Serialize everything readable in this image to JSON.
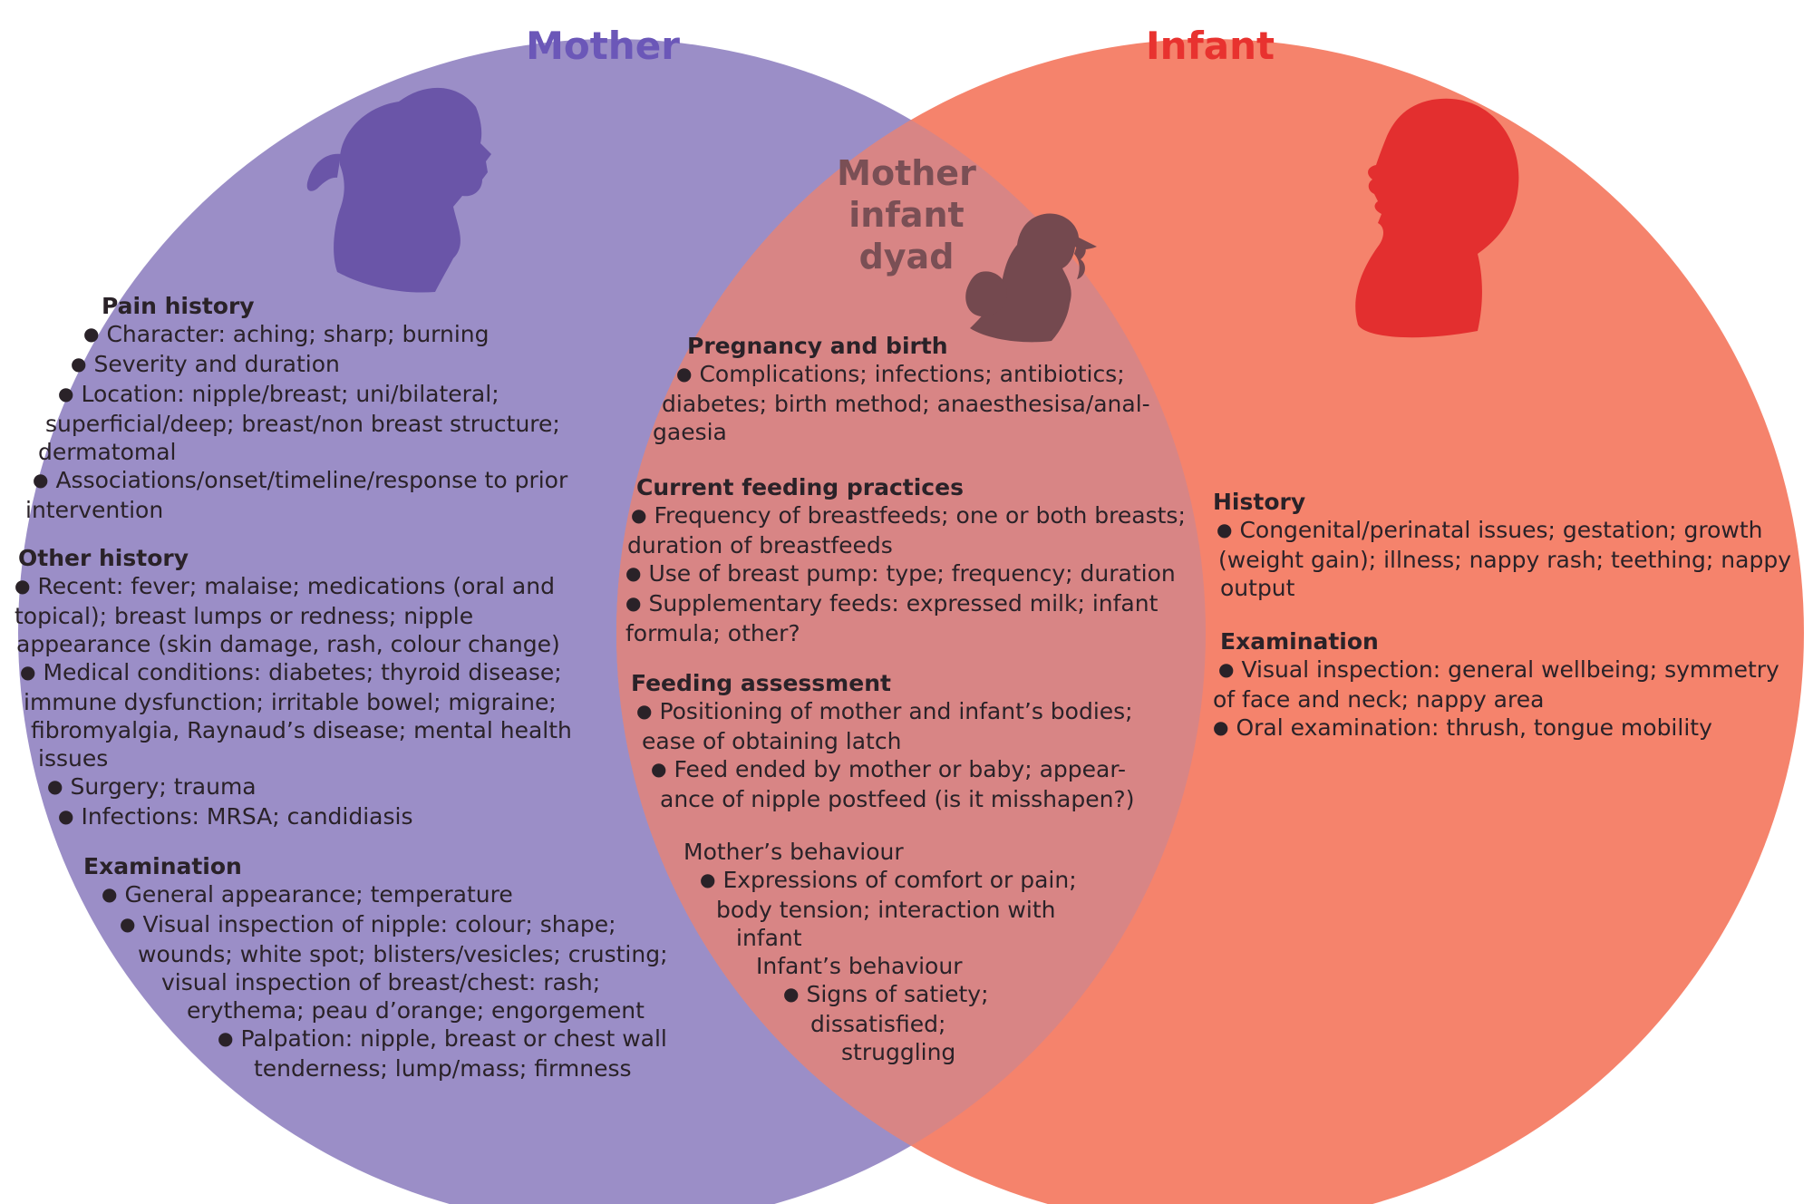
{
  "colors": {
    "mother_circle": "#9b8ec7",
    "infant_circle": "#f5836c",
    "overlap": "#d88585",
    "mother_title": "#6b57b8",
    "infant_title": "#e8322f",
    "dyad_title": "#7a4f55",
    "mother_silhouette": "#6a55a8",
    "infant_silhouette": "#e32f2f",
    "dyad_silhouette": "#74494f"
  },
  "labels": {
    "mother": "Mother",
    "infant": "Infant",
    "dyad_line1": "Mother",
    "dyad_line2": "infant",
    "dyad_line3": "dyad"
  },
  "icons": [
    "mother-silhouette-icon",
    "infant-silhouette-icon",
    "mother-infant-silhouette-icon",
    "bullet-dot-icon"
  ],
  "mother": {
    "pain_history": {
      "title": "Pain history",
      "lines": [
        "Character: aching; sharp; burning",
        "Severity and duration",
        "Location: nipple/breast; uni/bilateral;",
        "superficial/deep; breast/non breast structure;",
        "dermatomal",
        "Associations/onset/timeline/response to prior",
        "intervention"
      ]
    },
    "other_history": {
      "title": "Other history",
      "lines": [
        "Recent: fever; malaise; medications (oral and",
        "topical); breast lumps or redness; nipple",
        "appearance (skin damage, rash, colour change)",
        "Medical conditions: diabetes; thyroid disease;",
        "immune dysfunction; irritable bowel; migraine;",
        "fibromyalgia, Raynaud’s disease; mental health",
        "issues",
        "Surgery; trauma",
        "Infections: MRSA; candidiasis"
      ]
    },
    "examination": {
      "title": "Examination",
      "lines": [
        "General appearance; temperature",
        "Visual inspection of nipple: colour; shape;",
        "wounds; white spot; blisters/vesicles; crusting;",
        "visual inspection of breast/chest: rash;",
        "erythema; peau d’orange; engorgement",
        "Palpation: nipple, breast or chest wall",
        "tenderness; lump/mass; firmness"
      ]
    }
  },
  "dyad": {
    "pregnancy_birth": {
      "title": "Pregnancy and birth",
      "lines": [
        "Complications; infections; antibiotics;",
        "diabetes; birth method; anaesthesisa/anal-",
        "gaesia"
      ]
    },
    "current_feeding": {
      "title": "Current feeding practices",
      "lines": [
        "Frequency of breastfeeds; one or both breasts;",
        "duration of breastfeeds",
        "Use of breast pump: type; frequency; duration",
        "Supplementary feeds: expressed milk; infant",
        "formula; other?"
      ]
    },
    "feeding_assessment": {
      "title": "Feeding assessment",
      "lines": [
        "Positioning of mother and infant’s bodies;",
        "ease of obtaining latch",
        "Feed ended by mother or baby; appear-",
        "ance of nipple postfeed (is it misshapen?)"
      ]
    },
    "behaviour": {
      "mother_label": "Mother’s behaviour",
      "mother_lines": [
        "Expressions of comfort or pain;",
        "body tension; interaction with",
        "infant"
      ],
      "infant_label": "Infant’s behaviour",
      "infant_lines": [
        "Signs of satiety;",
        "dissatisfied;",
        "struggling"
      ]
    }
  },
  "infant": {
    "history": {
      "title": "History",
      "lines": [
        "Congenital/perinatal issues; gestation; growth",
        "(weight gain); illness; nappy rash; teething; nappy",
        "output"
      ]
    },
    "examination": {
      "title": "Examination",
      "lines": [
        "Visual inspection: general wellbeing; symmetry",
        "of face and neck; nappy area",
        "Oral examination: thrush, tongue mobility"
      ]
    }
  }
}
